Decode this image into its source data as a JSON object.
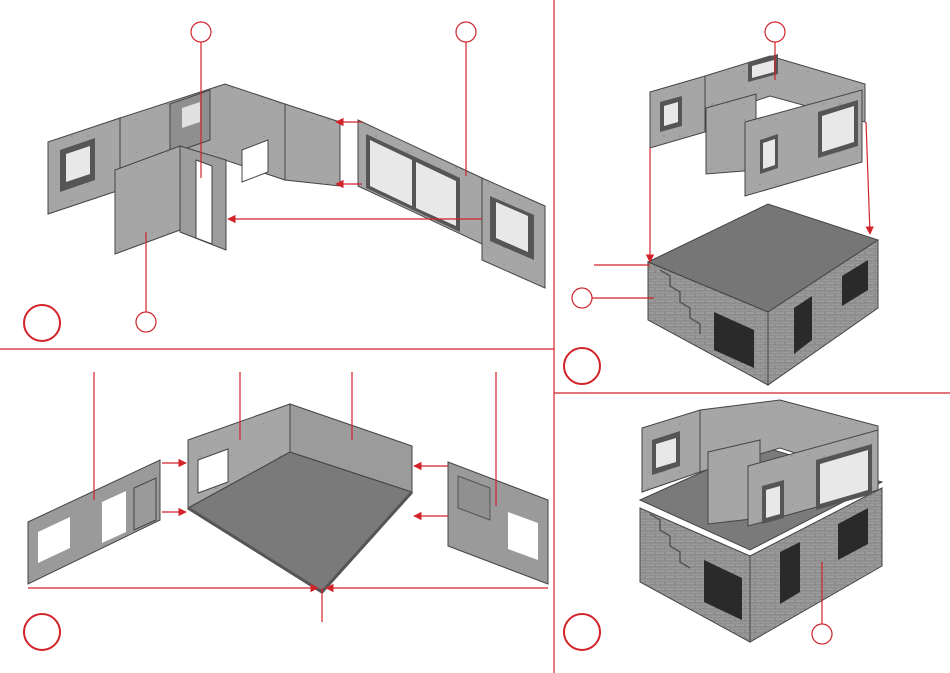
{
  "colors": {
    "accent": "#d2232a",
    "wall_light": "#a9a9a9",
    "wall_mid": "#8a8a8a",
    "wall_dark": "#555555",
    "floor": "#7a7a7a",
    "glass": "#e8e8e8"
  },
  "panels": [
    {
      "name": "step-1",
      "callouts": 3
    },
    {
      "name": "step-2",
      "callouts": 3
    },
    {
      "name": "step-3",
      "callouts": 0
    },
    {
      "name": "step-4",
      "callouts": 1
    }
  ]
}
